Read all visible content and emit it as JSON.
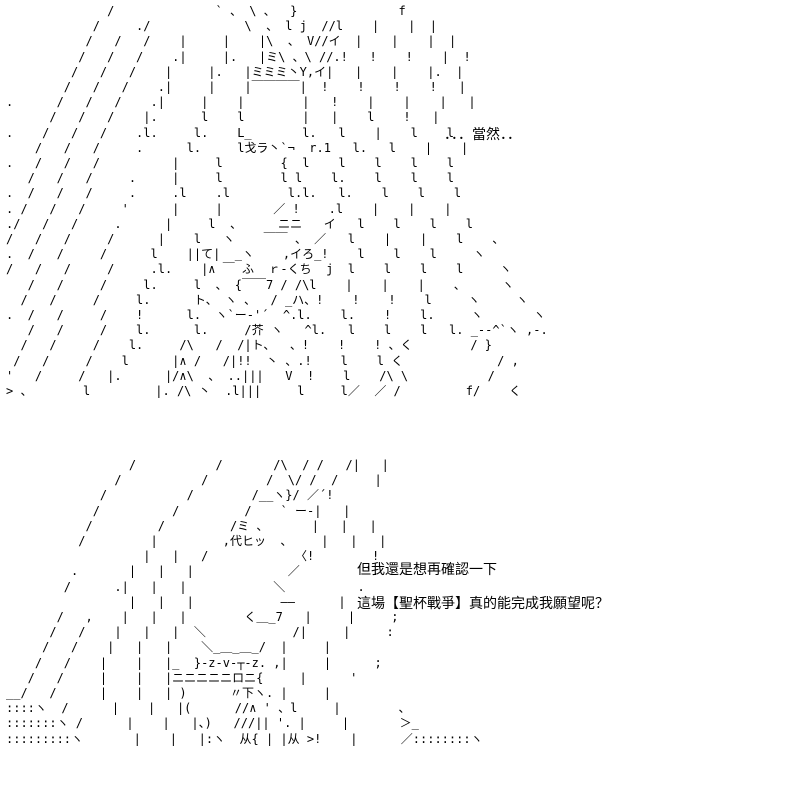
{
  "panels": [
    {
      "art": [
        "              /              ` 、 \\ 、  }              f",
        "            /     ./             \\  、 l j  //l    |    |  |",
        "           /   /   /    |     |    |\\  、 V//イ  |    |    |  |",
        "          /   /   /    .|     |.   |ミ\\ 、\\ //.!   !    !    |  !",
        "         /   /   /    |     |.   |ミミミ丶Y,イ|   |    |    |.  |",
        "        /   /   /    .|     |    |￣￣￣￣|  !    !    !    !   |",
        ".      /   /   /    .|     |    |        |   !    |    |    |   |",
        "      /   /   /    |.      l    l        |   |    l    !   |",
        ".    /   /   /    .l.     l.    L_       l.   l    |    l    l",
        "    /   /   /     .      l.     l戈ラ丶`¬  r.1   l.   l    |    |",
        ".   /   /   /          |     l        {  l    l    l    l    l",
        "   /   /   /     .     |     l        l l    l.    l    l    l",
        ".  /   /   /     .     .l    .l        l.l.   l.    l    l    l",
        ". /   /   /     '      |     |       ／ !    .l    |    |    |",
        "./   /   /     .      |     l  、     ニニ   イ   l    l    l    l",
        "/   /   /     /      |    l   ヽ    ￣￣ 、 ／   l    |    |    l    、",
        ".  /   /     /      l    ||て|  _ヽ    ,イろ_!    l    l    l     ヽ",
        "/   /   /     /     .l.    |∧ ￣ ふ  ｒ-くち  j  l    l    l    l     ヽ",
        "   /   /     /     l.     l  、 {￣￣7 / /\\l    |    |    |    、     ヽ",
        "  /   /     /     l.      ト、 ヽ 、  / _ハ、!    !    !    l     ヽ     ヽ",
        ".  /   /     /    !      l.  ヽ`ー‐'´  ^.l.    l.    !    l.     ヽ       ヽ",
        "   /   /     /    l.      l.     /芥 ヽ   ^l.   l    l    l   l. _-‐^`ヽ ,-.",
        "  /   /     /    l.     /\\   /  /|ト、  、!    !    ! 、く        / }",
        " /   /     /    l      |∧ /   /|!!  丶 、.!    l    l く             / ,",
        "'   /     /   |.      |/∧\\  、 ..|||   V  !    l    /\\ \\           /",
        "> 、       l         |. /\\ 丶  .l|||     l     l／  ／ /         f/    く"
      ],
      "caption": "．．．當然．．"
    },
    {
      "art": [
        "                 /           /       /\\  / /   /|   |",
        "               /           /        /  \\/ /  /     |",
        "             /           /        /__ヽ}/ ／´!",
        "            /          /         /    ` ー‐|   |",
        "           /         /         /ミ 、      |   |   |",
        "          /         |         ,代ヒッ  、    |   |   |",
        "                   |   |   /            〈!        !",
        "         .       |   |   |             ／         '.",
        "        /      .|   |   |            ＼          .",
        "                 |   |   |            ――      |",
        "       /   ,    |   |   |        く＿_7   |     |     ;",
        "      /   /    |   |   |  ＼            /|     |     :",
        "     /   /    |   |   |    ＼_＿_＿_/  |     |",
        "    /   /    |    |   |_  }‐z‐v‐┬‐z. ,|     |      ;",
        "   /   /     |    |   |ニニニニニロニ{     |      '",
        "__/   /      |    |   | )      〃下ヽ. |     |",
        "::::ヽ  /      |    |   |(      //∧ ' 、l     |        、",
        ":::::::ヽ /      |    |   |、)   ///|| '. |     |       ＞_",
        ":::::::::ヽ       |    |   |:ヽ  从{ | |从 >!    |      ／::::::::ヽ"
      ],
      "captions": [
        "但我還是想再確認一下",
        "這場【聖杯戰爭】真的能完成我願望呢？"
      ]
    }
  ]
}
